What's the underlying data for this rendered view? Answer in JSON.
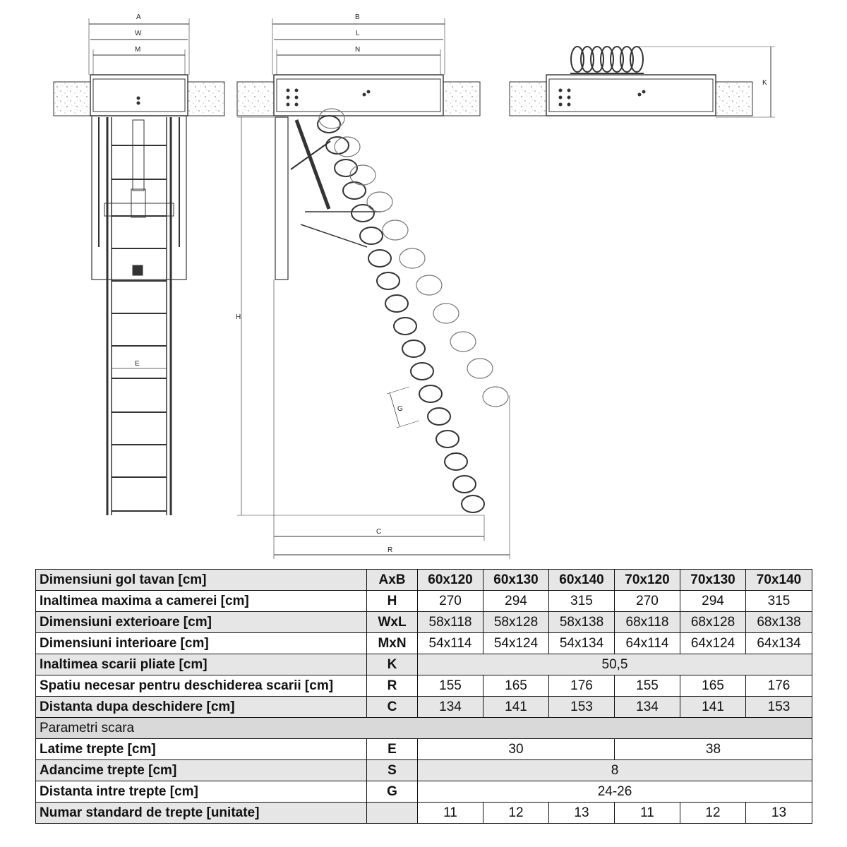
{
  "drawing": {
    "front": {
      "labels": {
        "A": "A",
        "W": "W",
        "M": "M",
        "E": "E"
      }
    },
    "side": {
      "labels": {
        "B": "B",
        "L": "L",
        "N": "N",
        "H": "H",
        "G": "G",
        "C": "C",
        "R": "R"
      }
    },
    "folded": {
      "labels": {
        "K": "K"
      }
    }
  },
  "table": {
    "rows": [
      {
        "label": "Dimensiuni gol tavan [cm]",
        "code": "AxB",
        "values": [
          "60x120",
          "60x130",
          "60x140",
          "70x120",
          "70x130",
          "70x140"
        ]
      },
      {
        "label": "Inaltimea maxima a camerei [cm]",
        "code": "H",
        "values": [
          "270",
          "294",
          "315",
          "270",
          "294",
          "315"
        ]
      },
      {
        "label": "Dimensiuni exterioare [cm]",
        "code": "WxL",
        "values": [
          "58x118",
          "58x128",
          "58x138",
          "68x118",
          "68x128",
          "68x138"
        ]
      },
      {
        "label": "Dimensiuni interioare [cm]",
        "code": "MxN",
        "values": [
          "54x114",
          "54x124",
          "54x134",
          "64x114",
          "64x124",
          "64x134"
        ]
      },
      {
        "label": "Inaltimea scarii pliate [cm]",
        "code": "K",
        "merged": "50,5"
      },
      {
        "label": "Spatiu necesar pentru deschiderea scarii [cm]",
        "code": "R",
        "values": [
          "155",
          "165",
          "176",
          "155",
          "165",
          "176"
        ]
      },
      {
        "label": "Distanta dupa deschidere [cm]",
        "code": "C",
        "values": [
          "134",
          "141",
          "153",
          "134",
          "141",
          "153"
        ]
      }
    ],
    "section_title": "Parametri scara",
    "params": [
      {
        "label": "Latime trepte [cm]",
        "code": "E",
        "half_a": "30",
        "half_b": "38"
      },
      {
        "label": "Adancime trepte [cm]",
        "code": "S",
        "merged": "8"
      },
      {
        "label": "Distanta intre trepte [cm]",
        "code": "G",
        "merged": "24-26"
      },
      {
        "label": "Numar standard de trepte [unitate]",
        "code": "",
        "values": [
          "11",
          "12",
          "13",
          "11",
          "12",
          "13"
        ]
      }
    ]
  }
}
